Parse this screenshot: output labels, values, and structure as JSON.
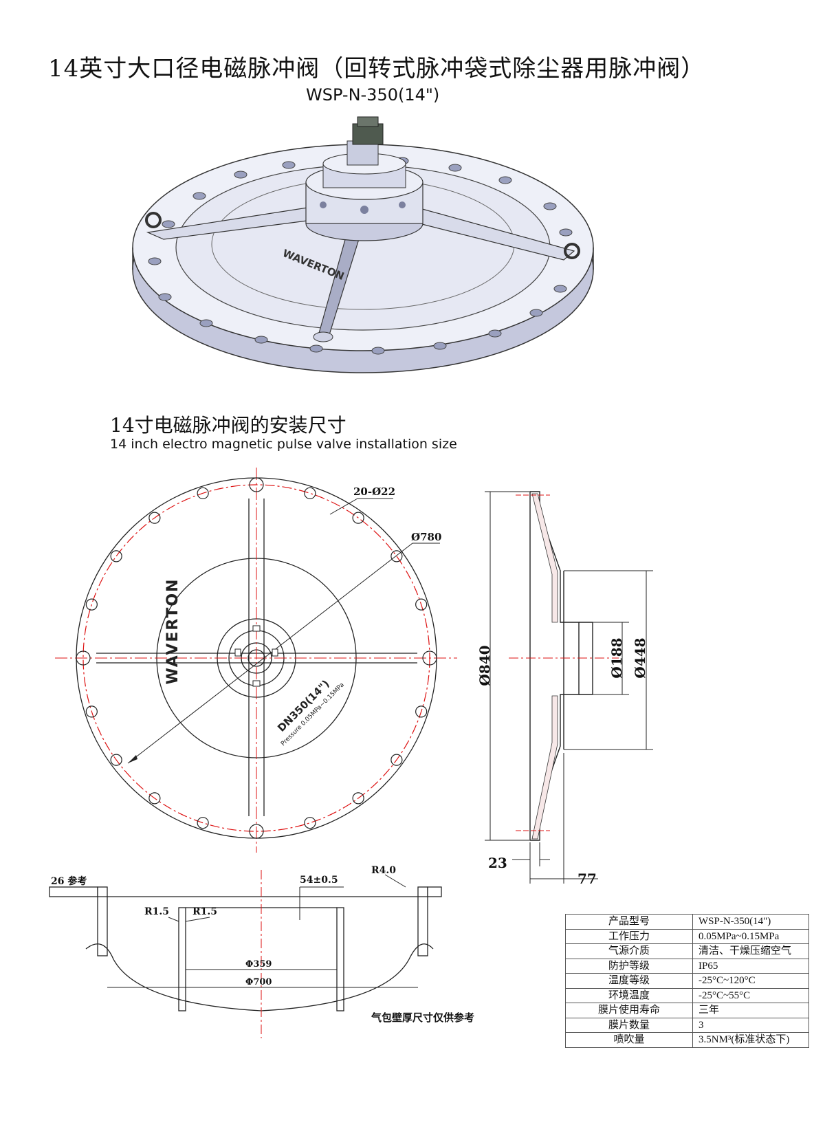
{
  "header": {
    "title": "14英寸大口径电磁脉冲阀（回转式脉冲袋式除尘器用脉冲阀）",
    "model": "WSP-N-350(14\")"
  },
  "section": {
    "title_cn": "14寸电磁脉冲阀的安装尺寸",
    "title_en": "14 inch electro magnetic pulse valve installation size"
  },
  "product_image": {
    "brand": "WAVERTON"
  },
  "drawing_top": {
    "holes": "20-Ø22",
    "pcd": "Ø780",
    "brand": "WAVERTON",
    "stamp_size": "DN350(14\")",
    "stamp_pressure": "Pressure 0.05MPa~0.15MPa"
  },
  "drawing_side": {
    "d_outer": "Ø840",
    "d_188": "Ø188",
    "d_448": "Ø448",
    "dim_23": "23",
    "dim_77": "77"
  },
  "drawing_bottom": {
    "ref": "26 参考",
    "tol": "54±0.5",
    "r4": "R4.0",
    "r15a": "R1.5",
    "r15b": "R1.5",
    "d359": "Φ359",
    "d700": "Φ700",
    "note": "气包壁厚尺寸仅供参考"
  },
  "spec_table": [
    {
      "k": "产品型号",
      "v": "WSP-N-350(14\")"
    },
    {
      "k": "工作压力",
      "v": "0.05MPa~0.15MPa"
    },
    {
      "k": "气源介质",
      "v": "清洁、干燥压缩空气"
    },
    {
      "k": "防护等级",
      "v": "IP65"
    },
    {
      "k": "温度等级",
      "v": "-25°C~120°C"
    },
    {
      "k": "环境温度",
      "v": "-25°C~55°C"
    },
    {
      "k": "膜片使用寿命",
      "v": "三年"
    },
    {
      "k": "膜片数量",
      "v": "3"
    },
    {
      "k": "喷吹量",
      "v": "3.5NM³(标准状态下)"
    }
  ],
  "colors": {
    "centerline": "#d11",
    "part": "#c9ccdf"
  }
}
